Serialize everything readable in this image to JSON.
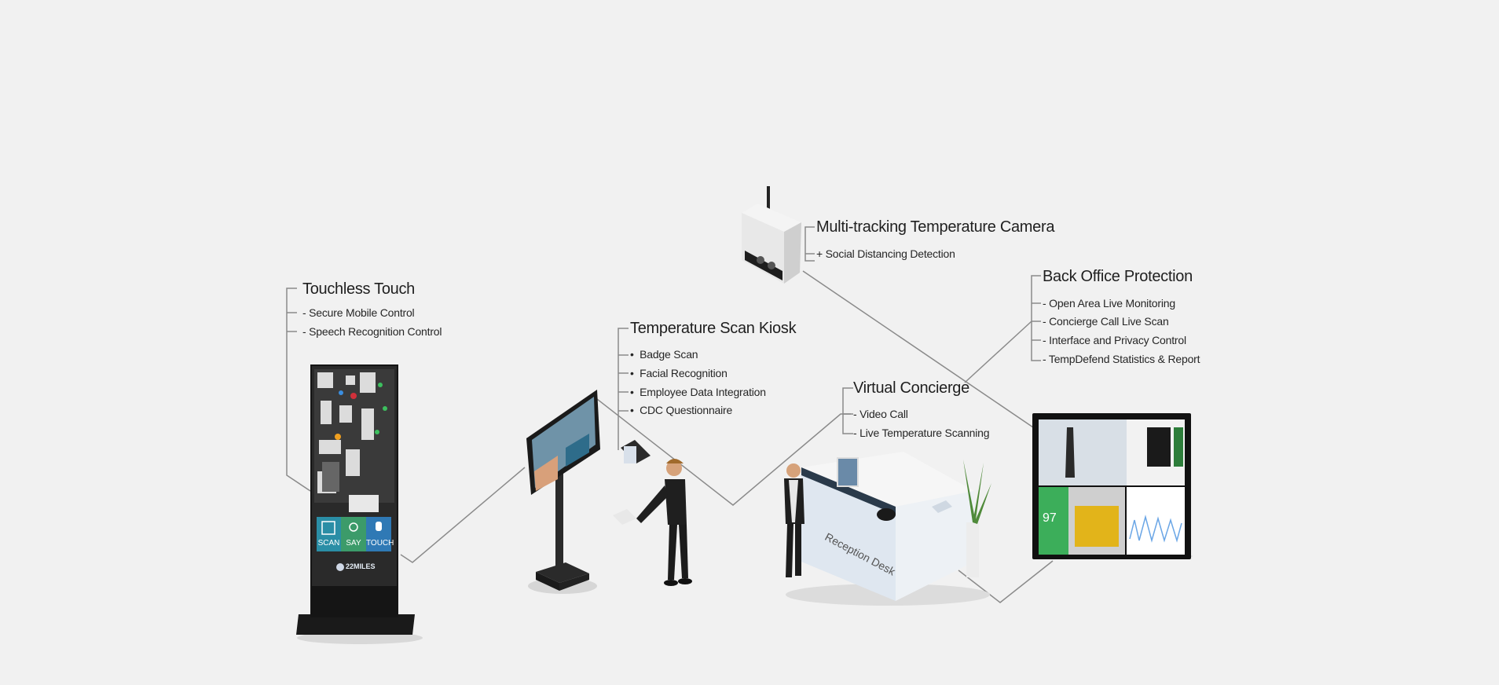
{
  "colors": {
    "background": "#f1f1f1",
    "line": "#8a8a8a",
    "screen_dark": "#1c1c1c",
    "accent_teal": "#2a8ea6",
    "accent_green": "#3c9b6a",
    "accent_blue": "#2f79b5"
  },
  "sections": {
    "touchless": {
      "title": "Touchless Touch",
      "items": [
        "- Secure Mobile Control",
        "- Speech Recognition Control"
      ]
    },
    "kiosk": {
      "title": "Temperature Scan Kiosk",
      "items": [
        "Badge Scan",
        "Facial Recognition",
        "Employee Data Integration",
        "CDC Questionnaire"
      ]
    },
    "camera": {
      "title": "Multi-tracking Temperature Camera",
      "items": [
        "+ Social Distancing Detection"
      ]
    },
    "concierge": {
      "title": "Virtual Concierge",
      "items": [
        "- Video Call",
        "- Live Temperature Scanning"
      ]
    },
    "backoffice": {
      "title": "Back Office Protection",
      "items": [
        "- Open Area Live Monitoring",
        "- Concierge Call Live Scan",
        "- Interface and Privacy Control",
        "- TempDefend Statistics & Report"
      ]
    }
  },
  "kiosk_screen": {
    "buttons": [
      "SCAN",
      "SAY",
      "TOUCH"
    ],
    "brand": "22MILES"
  },
  "desk": {
    "label": "Reception Desk"
  },
  "monitor": {
    "reading": "97"
  }
}
